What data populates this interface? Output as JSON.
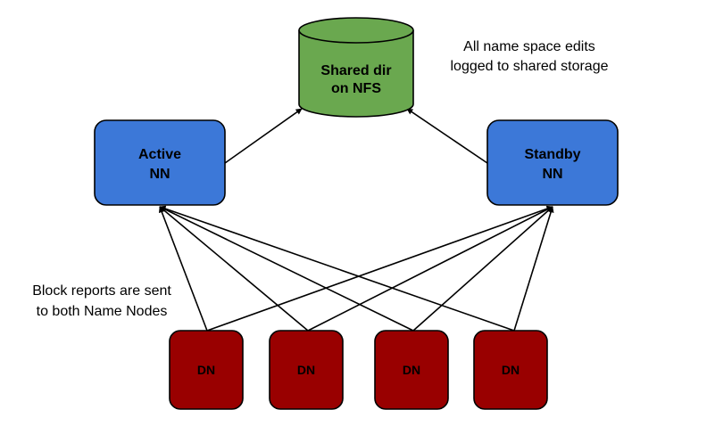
{
  "nodes": {
    "storage": {
      "line1": "Shared dir",
      "line2": "on NFS"
    },
    "active": {
      "line1": "Active",
      "line2": "NN"
    },
    "standby": {
      "line1": "Standby",
      "line2": "NN"
    },
    "datanodes": [
      {
        "label": "DN"
      },
      {
        "label": "DN"
      },
      {
        "label": "DN"
      },
      {
        "label": "DN"
      }
    ]
  },
  "annotations": {
    "storage_note": {
      "line1": "All name space edits",
      "line2": "logged to shared storage"
    },
    "block_note": {
      "line1": "Block reports are sent",
      "line2": "to both Name Nodes"
    }
  },
  "colors": {
    "storage_fill": "#6aa84f",
    "namenode_fill": "#3c78d8",
    "datanode_fill": "#990000",
    "outline": "#000000"
  }
}
